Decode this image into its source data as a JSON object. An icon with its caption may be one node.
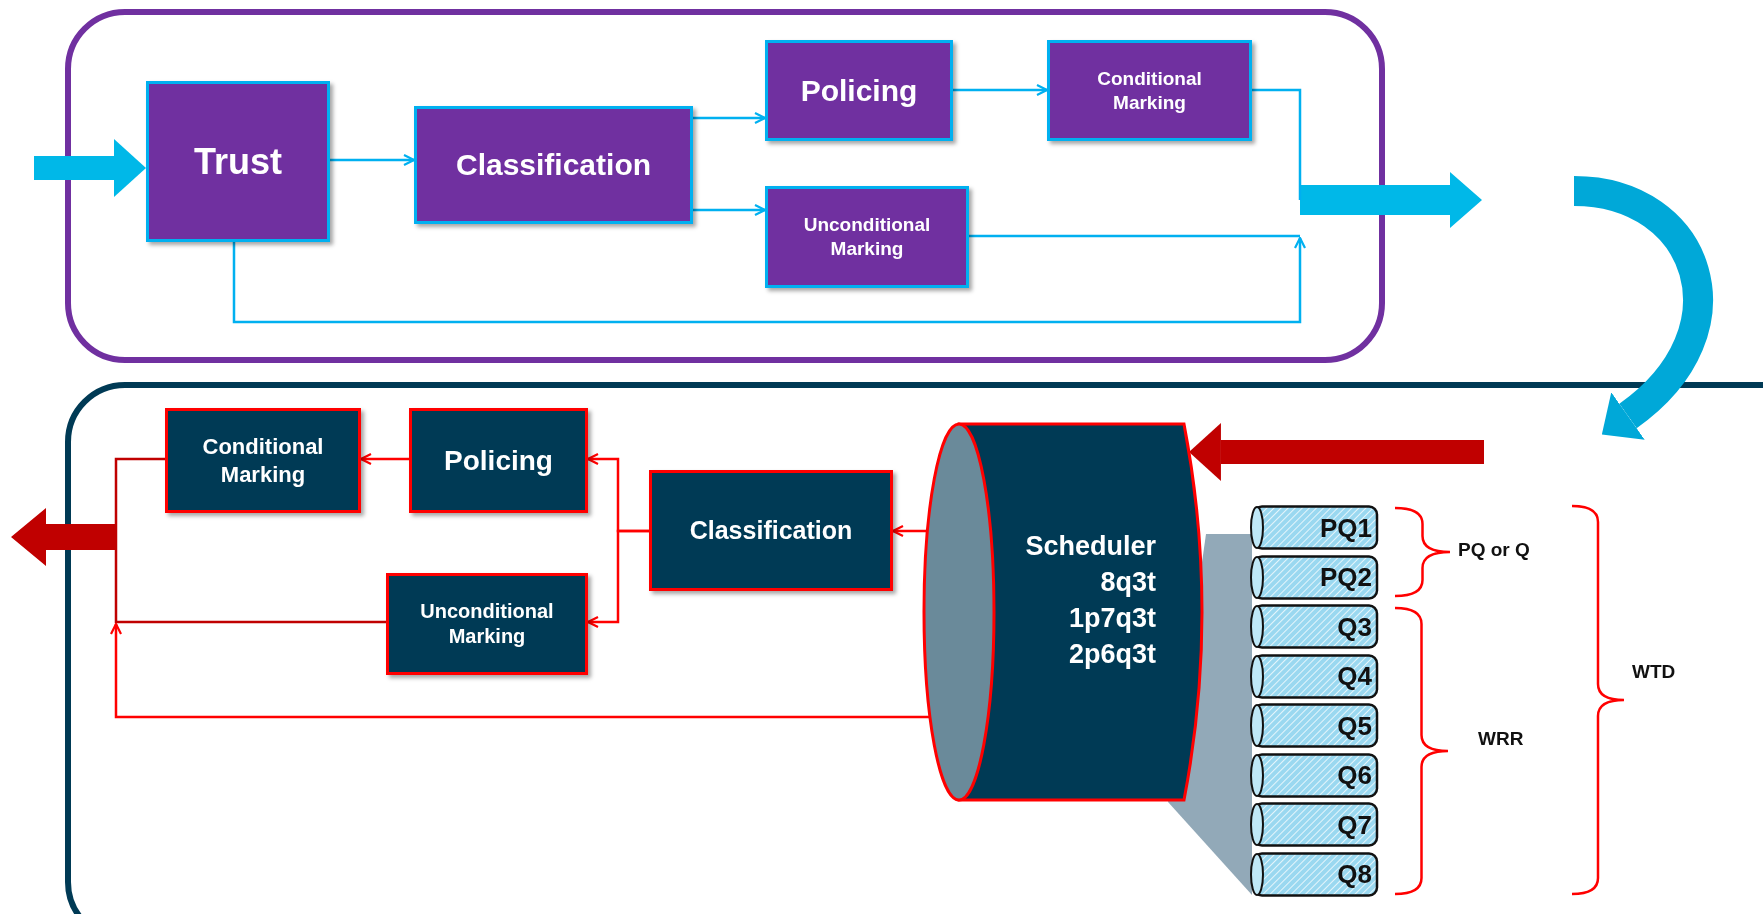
{
  "diagram": {
    "nodes": [
      {
        "text": [],
        "shape": "box"
      },
      {
        "text": [
          "Trust"
        ],
        "in": 0
      },
      {
        "text": [
          "Classification"
        ],
        "in": 0
      },
      {
        "text": [
          "Policing"
        ],
        "in": 0
      },
      {
        "text": [
          "Conditional Marking"
        ],
        "in": 0
      },
      {
        "text": [
          "Unconditional Marking"
        ],
        "in": 0
      },
      {
        "text": [],
        "shape": "box"
      },
      {
        "text": [
          "Conditional Marking"
        ],
        "in": 6
      },
      {
        "text": [
          "Policing"
        ],
        "in": 6
      },
      {
        "text": [
          "Classification"
        ],
        "in": 6
      },
      {
        "text": [
          "Unconditional Marking"
        ],
        "in": 6
      },
      {
        "text": [
          "Scheduler",
          "8q3t",
          "1p7q3t",
          "2p6q3t"
        ],
        "in": 6
      },
      {
        "text": [
          "PQ1"
        ],
        "in": 6
      },
      {
        "text": [
          "PQ2"
        ],
        "in": 6
      },
      {
        "text": [
          "Q3"
        ],
        "in": 6
      },
      {
        "text": [
          "Q4"
        ],
        "in": 6
      },
      {
        "text": [
          "Q5"
        ],
        "in": 6
      },
      {
        "text": [
          "Q6"
        ],
        "in": 6
      },
      {
        "text": [
          "Q7"
        ],
        "in": 6
      },
      {
        "text": [
          "Q8"
        ],
        "in": 6
      }
    ],
    "edges": [
      {
        "from": null,
        "to": 1,
        "arrow": "to",
        "style": "thick",
        "color": "#00b8e8"
      },
      {
        "from": 1,
        "to": 2,
        "arrow": "to",
        "color": "#00b0f0"
      },
      {
        "from": 2,
        "to": 3,
        "arrow": "to",
        "color": "#00b0f0"
      },
      {
        "from": 2,
        "to": 5,
        "arrow": "to",
        "color": "#00b0f0"
      },
      {
        "from": 3,
        "to": 4,
        "arrow": "to",
        "color": "#00b0f0"
      },
      {
        "from": 4,
        "to": null,
        "arrow": "none",
        "color": "#00b0f0"
      },
      {
        "from": 5,
        "to": null,
        "arrow": "none",
        "color": "#00b0f0"
      },
      {
        "from": 1,
        "to": null,
        "arrow": "to",
        "color": "#00b0f0"
      },
      {
        "from": null,
        "to": 11,
        "arrow": "to",
        "style": "thick",
        "color": "#c00000"
      },
      {
        "from": 11,
        "to": 9,
        "arrow": "to",
        "color": "#ff0000"
      },
      {
        "from": 9,
        "to": 8,
        "arrow": "to",
        "color": "#ff0000"
      },
      {
        "from": 9,
        "to": 10,
        "arrow": "to",
        "color": "#ff0000"
      },
      {
        "from": 8,
        "to": 7,
        "arrow": "to",
        "color": "#ff0000"
      },
      {
        "from": 7,
        "to": null,
        "arrow": "none",
        "color": "#c00000"
      },
      {
        "from": 10,
        "to": null,
        "arrow": "none",
        "color": "#c00000"
      },
      {
        "from": 11,
        "to": null,
        "arrow": "to",
        "color": "#ff0000"
      },
      {
        "from": null,
        "to": 6,
        "arrow": "to",
        "style": "thick",
        "color": "#00a8d8"
      }
    ],
    "labels": [
      "PQ or Q",
      "WRR",
      "WTD"
    ]
  }
}
